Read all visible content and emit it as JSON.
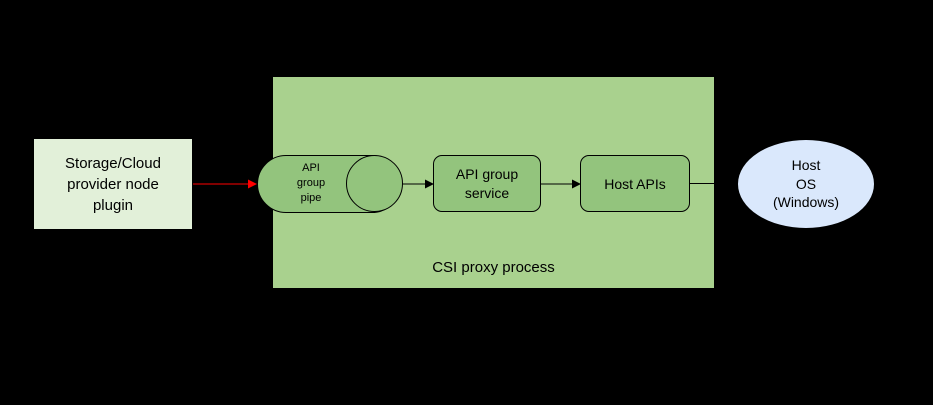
{
  "diagram": {
    "plugin": {
      "label": "Storage/Cloud provider node plugin"
    },
    "proxy": {
      "label": "CSI proxy process"
    },
    "pipe": {
      "label": "API group pipe"
    },
    "service": {
      "label": "API group service"
    },
    "host_apis": {
      "label": "Host APIs"
    },
    "host_os": {
      "lines": [
        "Host",
        "OS",
        "(Windows)"
      ]
    },
    "colors": {
      "background": "#000000",
      "plugin_fill": "#e2f0d9",
      "proxy_fill": "#a9d18e",
      "shape_fill": "#93c47d",
      "host_os_fill": "#dae8fc",
      "border": "#000000",
      "red_arrow": "#ff0000",
      "black_arrow": "#000000"
    }
  }
}
